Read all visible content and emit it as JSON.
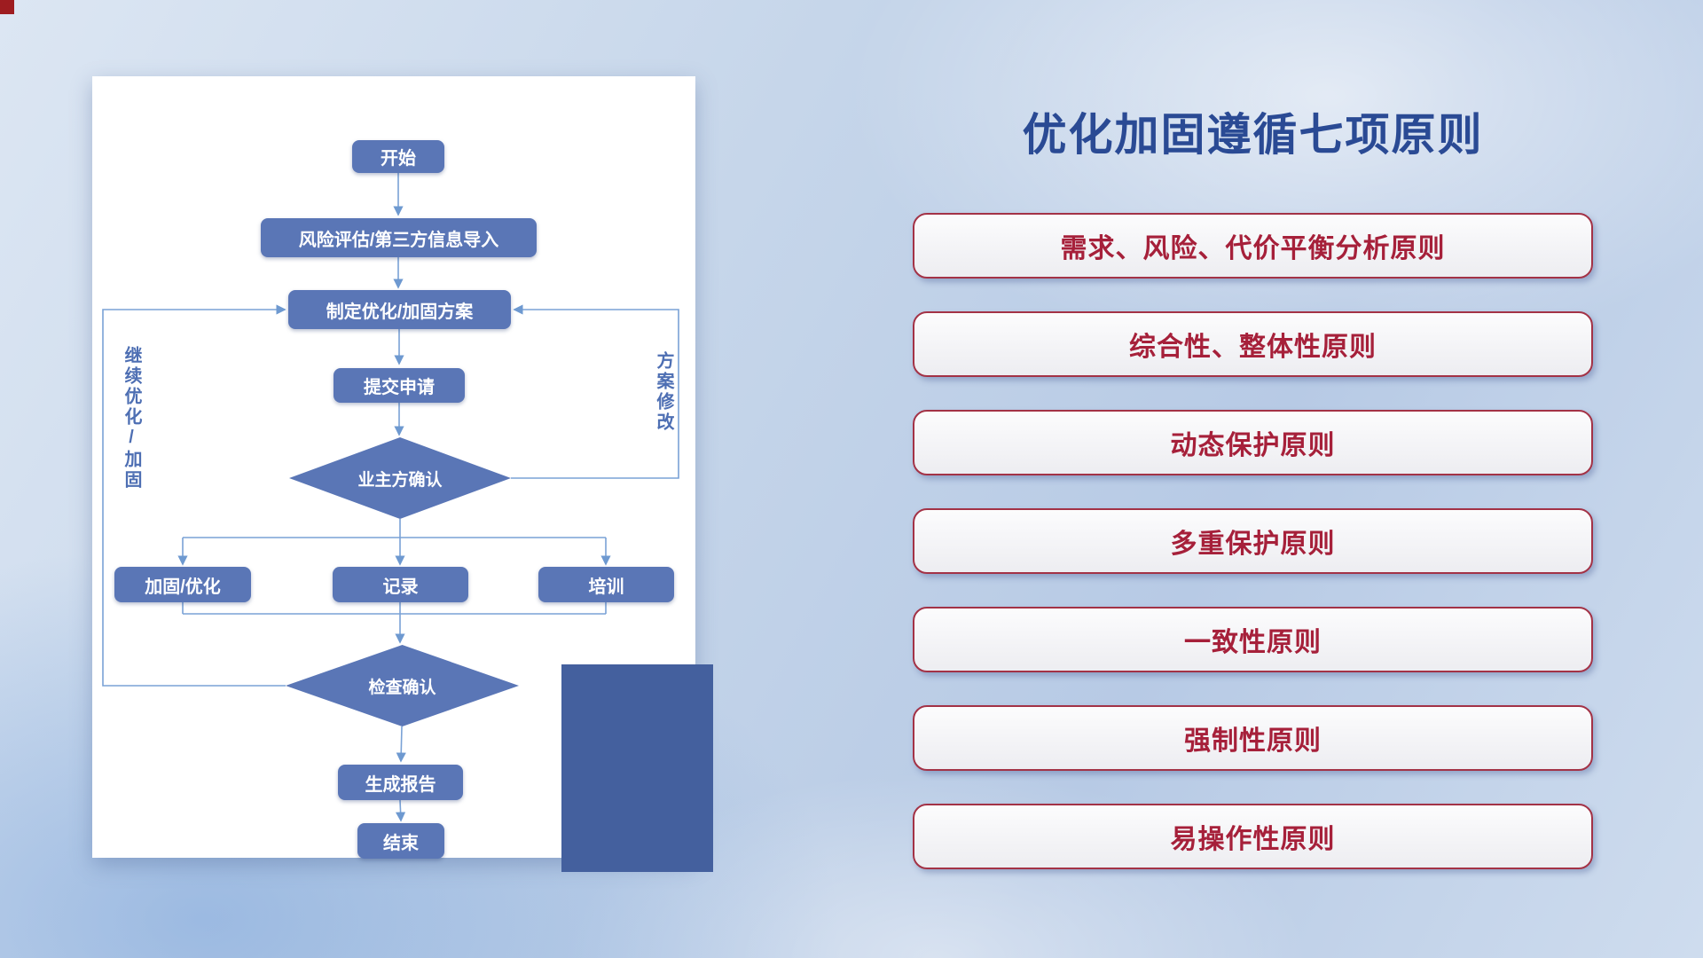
{
  "title": "优化加固遵循七项原则",
  "flowchart": {
    "nodes": {
      "start": "开始",
      "risk": "风险评估/第三方信息导入",
      "plan": "制定优化/加固方案",
      "submit": "提交申请",
      "owner_confirm": "业主方确认",
      "reinforce": "加固/优化",
      "record": "记录",
      "training": "培训",
      "check_confirm": "检查确认",
      "report": "生成报告",
      "end": "结束"
    },
    "loop_labels": {
      "left": "继续优化/加固",
      "right": "方案修改"
    }
  },
  "principles": [
    "需求、风险、代价平衡分析原则",
    "综合性、整体性原则",
    "动态保护原则",
    "多重保护原则",
    "一致性原则",
    "强制性原则",
    "易操作性原则"
  ],
  "colors": {
    "flow_node_blue": "#5a76b6",
    "connector_blue": "#7aa2d6",
    "principle_red": "#a6203a",
    "title_blue": "#2a4a94",
    "accent_navy": "#44609e",
    "corner_red": "#9e1c20"
  }
}
